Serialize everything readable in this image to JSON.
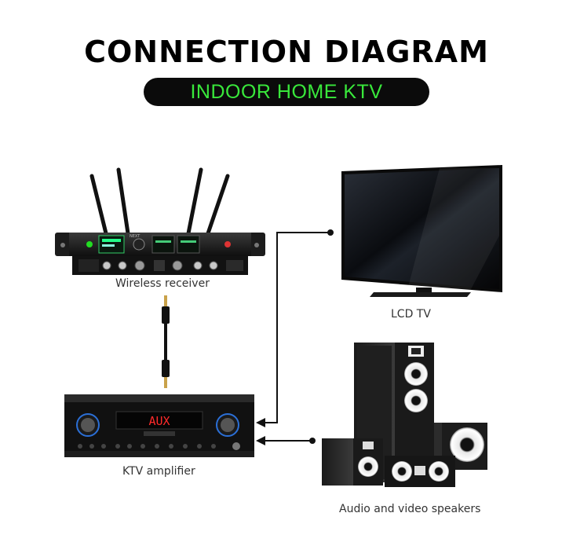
{
  "header": {
    "title": "CONNECTION DIAGRAM",
    "subtitle": "INDOOR HOME KTV"
  },
  "devices": {
    "wireless_receiver": {
      "label": "Wireless receiver",
      "brand": "NEXT"
    },
    "lcd_tv": {
      "label": "LCD TV"
    },
    "ktv_amplifier": {
      "label": "KTV amplifier",
      "display_text": "AUX"
    },
    "speakers": {
      "label": "Audio and video speakers"
    }
  },
  "colors": {
    "accent_green": "#39e83b",
    "device_black": "#151515",
    "amp_display_red": "#ff2a2a",
    "wire": "#111111"
  }
}
